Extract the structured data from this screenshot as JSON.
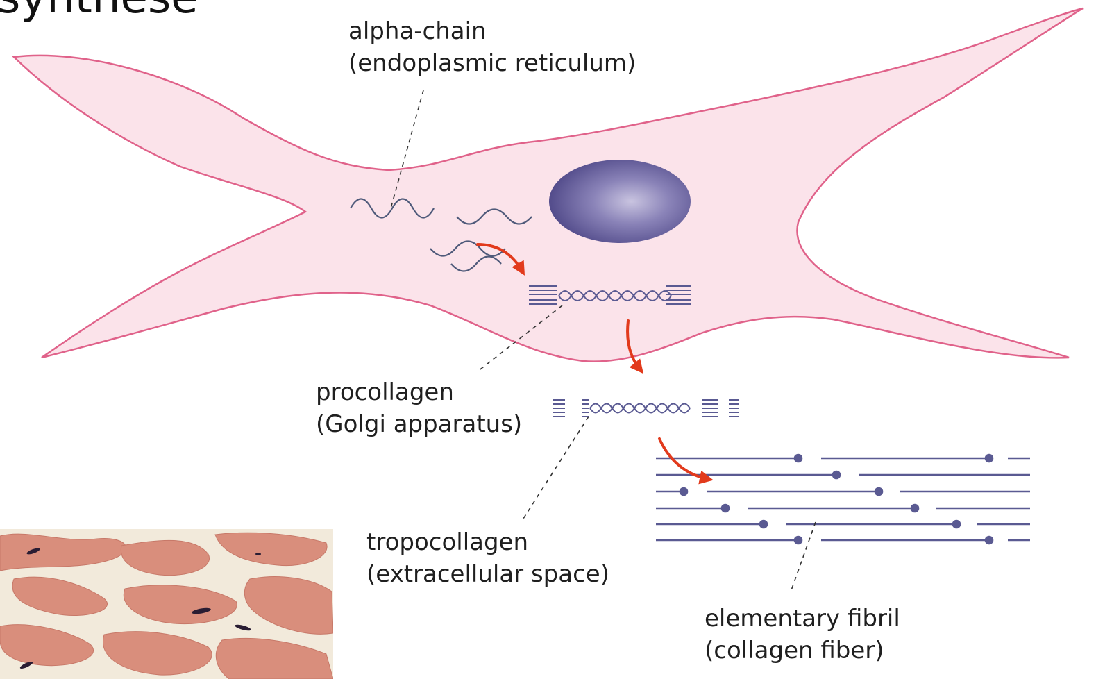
{
  "heading_fragment": "synthese",
  "colors": {
    "cell_fill": "#fbe3ea",
    "cell_outline": "#e0628a",
    "nucleus": "#5e5694",
    "molecule": "#5a5a92",
    "arrow": "#e23a1c",
    "label_text": "#1f1f1f",
    "leader_line": "#333333",
    "histology_stroma": "#f2eadb",
    "histology_fibers": "#d98e7c"
  },
  "labels": {
    "alpha_chain": {
      "name": "alpha-chain",
      "location": "(endoplasmic reticulum)"
    },
    "procollagen": {
      "name": "procollagen",
      "location": "(Golgi apparatus)"
    },
    "tropocollagen": {
      "name": "tropocollagen",
      "location": "(extracellular space)"
    },
    "elementary_fibril": {
      "name": "elementary fibril",
      "location": "(collagen fiber)"
    }
  }
}
